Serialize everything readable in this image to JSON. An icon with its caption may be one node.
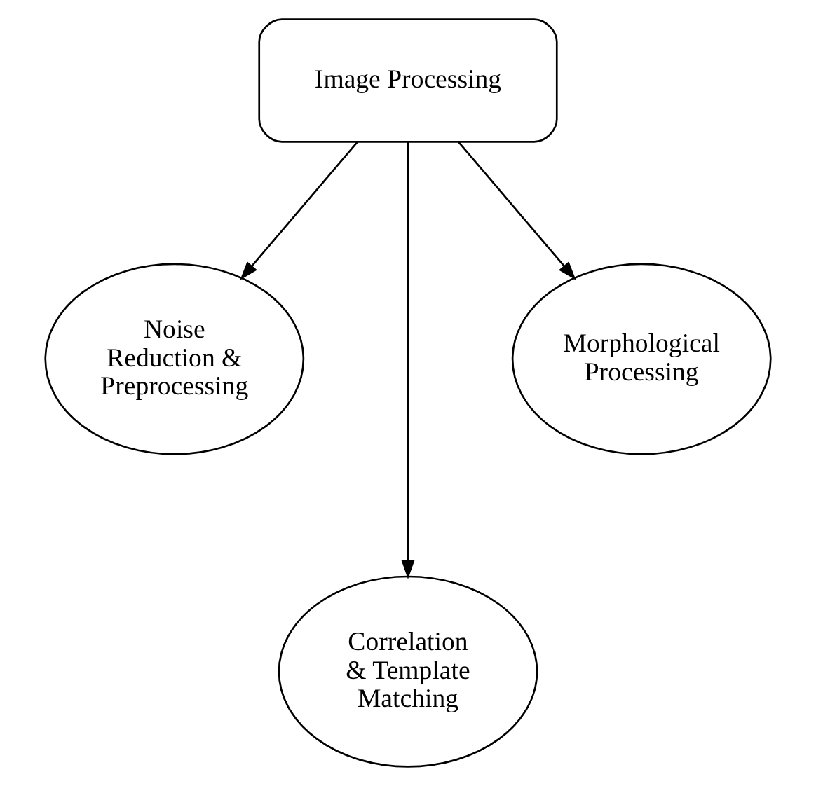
{
  "diagram": {
    "nodes": [
      {
        "text": [
          "Image Processing"
        ]
      },
      {
        "text": [
          "Noise Reduction & Preprocessing"
        ]
      },
      {
        "text": [
          "Correlation & Template Matching"
        ]
      },
      {
        "text": [
          "Morphological Processing"
        ]
      }
    ],
    "edges": [
      {
        "from": 0,
        "to": 1,
        "arrow": "to"
      },
      {
        "from": 0,
        "to": 2,
        "arrow": "to"
      },
      {
        "from": 0,
        "to": 3,
        "arrow": "to"
      }
    ]
  }
}
